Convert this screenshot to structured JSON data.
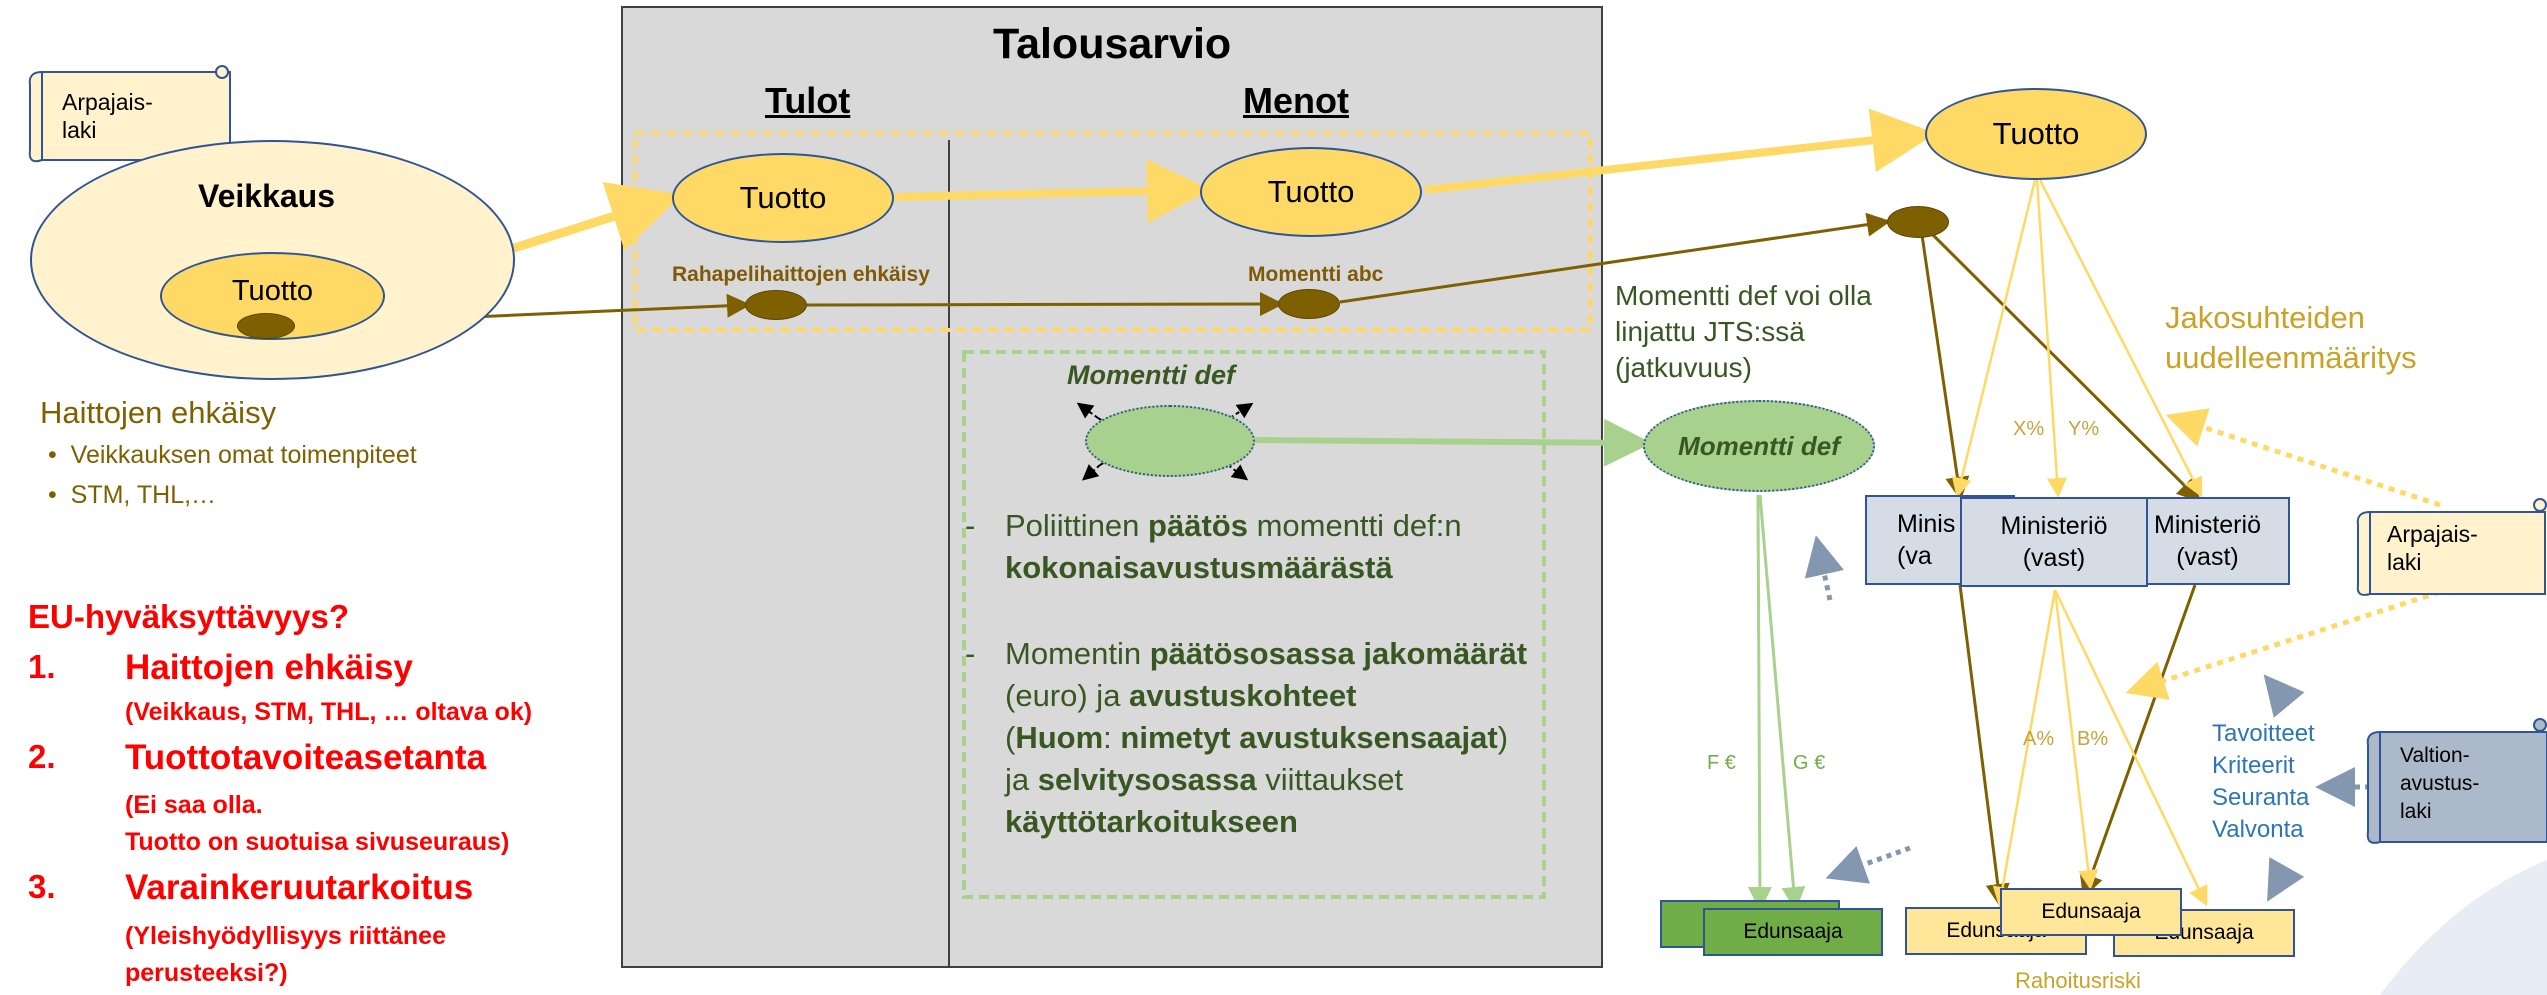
{
  "colors": {
    "yellow_fill": "#ffd966",
    "light_yellow": "#fff2cc",
    "blue_border": "#2f5597",
    "brown": "#7f6000",
    "green_fill": "#a9d18e",
    "green_dark": "#548235",
    "grey_panel": "#d9d9d9",
    "blue_box": "#d6dce5",
    "red": "#ff0000",
    "blue_text": "#2e75b6"
  },
  "scrolls": {
    "arpajaislaki_left": "Arpajais-\nlaki",
    "arpajaislaki_right": "Arpajais-\nlaki",
    "valtionavustuslaki": "Valtion-\navustus-\nlaki"
  },
  "veikkaus": {
    "title": "Veikkaus",
    "tuotto": "Tuotto"
  },
  "haittojen": {
    "title": "Haittojen ehkäisy",
    "bullets": [
      "Veikkauksen omat toimenpiteet",
      "STM, THL,…"
    ]
  },
  "eu": {
    "title": "EU-hyväksyttävyys?",
    "items": [
      {
        "num": "1.",
        "head": "Haittojen ehkäisy",
        "sub": "(Veikkaus, STM, THL, … oltava ok)"
      },
      {
        "num": "2.",
        "head": "Tuottotavoiteasetanta",
        "sub": "(Ei saa olla.\nTuotto on suotuisa sivuseuraus)"
      },
      {
        "num": "3.",
        "head": "Varainkeruutarkoitus",
        "sub": "(Yleishyödyllisyys riittänee\nperusteeksi?)"
      }
    ]
  },
  "talousarvio": {
    "title": "Talousarvio",
    "tulot": "Tulot",
    "menot": "Menot",
    "tuotto_tulot": "Tuotto",
    "tuotto_menot": "Tuotto",
    "rahapeli": "Rahapelihaittojen ehkäisy",
    "momentti_abc": "Momentti abc",
    "momentti_def_label": "Momentti def",
    "para1": {
      "pre": "Poliittinen ",
      "b1": "päätös",
      "mid": " momentti def:n ",
      "b2": "kokonaisavustusmäärästä"
    },
    "para2": {
      "t1": "Momentin ",
      "b1": "päätösosassa jakomäärät",
      "t2": "(euro) ja ",
      "b2": "avustuskohteet",
      "t3": "(",
      "b3": "Huom",
      "t4": ": ",
      "b4": "nimetyt avustuksensaajat",
      "t5": ")",
      "t6": "ja ",
      "b5": "selvitysosassa",
      "t7": " viittaukset",
      "b6": "käyttötarkoitukseen"
    }
  },
  "right": {
    "tuotto": "Tuotto",
    "momentti_note": "Momentti def voi olla\nlinjattu JTS:ssä\n(jatkuvuus)",
    "momentti_def": "Momentti def",
    "jakosuhteet": "Jakosuhteiden\nuudelleenmääritys",
    "x_pct": "X%",
    "y_pct": "Y%",
    "a_pct": "A%",
    "b_pct": "B%",
    "f_eur": "F €",
    "g_eur": "G €",
    "ministerio_left": "Minis\n(va",
    "ministerio_center": "Ministeriö\n(vast)",
    "ministerio_right": "Ministeriö\n(vast)",
    "criteria": [
      "Tavoitteet",
      "Kriteerit",
      "Seuranta",
      "Valvonta"
    ],
    "edunsaaja_green": "Edunsaaja",
    "edunsaaja_y1": "Edunsaaja",
    "edunsaaja_y2": "Edunsaaja",
    "edunsaaja_y3": "Edunsaaja",
    "rahoitusriski": "Rahoitusriski"
  }
}
